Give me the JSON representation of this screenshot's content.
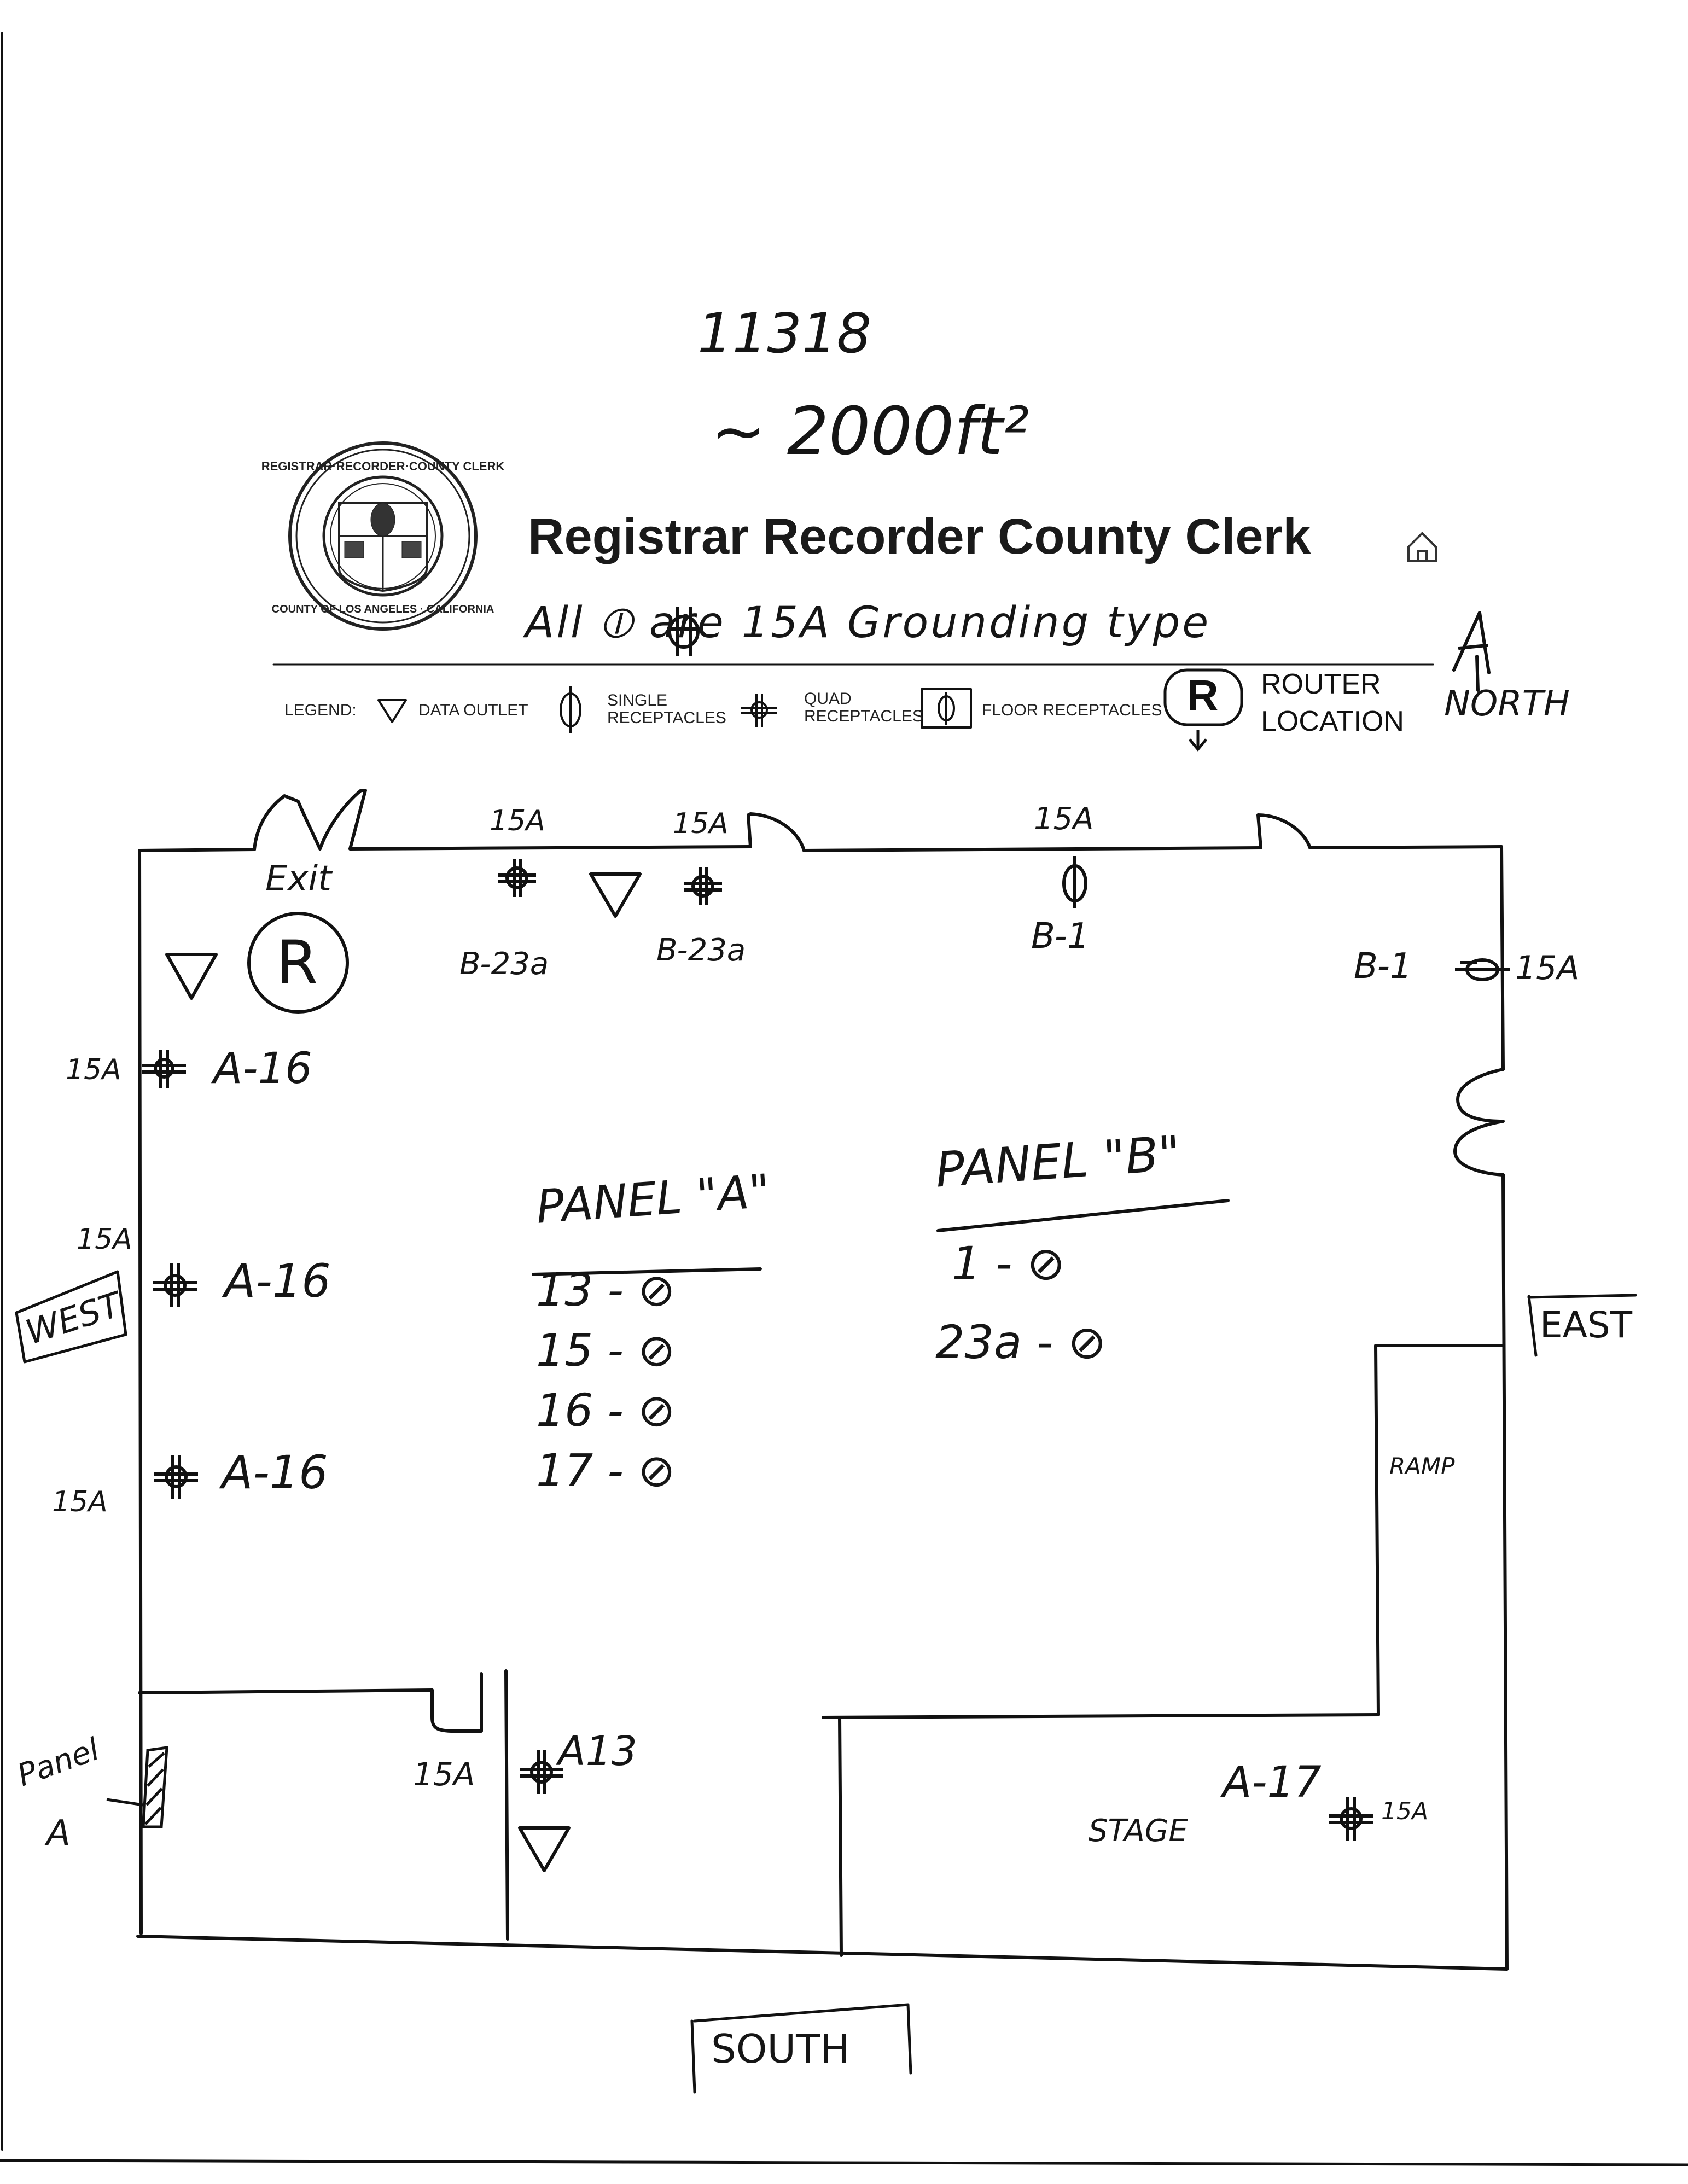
{
  "header": {
    "ticket_number": "11318",
    "area_note": "~ 2000ft²",
    "org_name": "Registrar Recorder County Clerk",
    "seal_text": "REGISTRAR-RECORDER/COUNTY CLERK · COUNTY OF LOS ANGELES · CALIFORNIA",
    "note": "All ⦶ are 15A Grounding type",
    "north_label": "NORTH"
  },
  "legend": {
    "label": "LEGEND:",
    "items": [
      {
        "icon": "data-outlet-icon",
        "text": "DATA OUTLET"
      },
      {
        "icon": "single-receptacle-icon",
        "text": "SINGLE RECEPTACLES"
      },
      {
        "icon": "quad-receptacle-icon",
        "text": "QUAD RECEPTACLES"
      },
      {
        "icon": "floor-receptacle-icon",
        "text": "FLOOR RECEPTACLES"
      },
      {
        "icon": "router-icon",
        "text_line1": "ROUTER",
        "text_line2": "LOCATION",
        "glyph": "R"
      }
    ]
  },
  "plan": {
    "labels": {
      "exit": "Exit",
      "router": "R",
      "west": "WEST",
      "east": "EAST",
      "south": "SOUTH",
      "ramp": "RAMP",
      "stage": "STAGE",
      "panel_a_location_line1": "Panel",
      "panel_a_location_line2": "A"
    },
    "outlets": [
      {
        "amp": "15A",
        "circuit": "B-23a"
      },
      {
        "amp": "15A",
        "circuit": "B-23a"
      },
      {
        "amp": "15A",
        "circuit": "B-1"
      },
      {
        "amp": "15A",
        "circuit": "B-1"
      },
      {
        "amp": "15A",
        "circuit": "A-16"
      },
      {
        "amp": "15A",
        "circuit": "A-16"
      },
      {
        "amp": "15A",
        "circuit": "A-16"
      },
      {
        "amp": "15A",
        "circuit": "A13"
      },
      {
        "amp": "15A",
        "circuit": "A-17"
      }
    ],
    "panel_a": {
      "title": "PANEL \"A\"",
      "rows": [
        "13 - ⊘",
        "15 - ⊘",
        "16 - ⊘",
        "17 - ⊘"
      ]
    },
    "panel_b": {
      "title": "PANEL \"B\"",
      "rows": [
        "1 - ⊘",
        "23a - ⊘"
      ]
    }
  },
  "colors": {
    "ink": "#111111",
    "paper": "#ffffff"
  }
}
